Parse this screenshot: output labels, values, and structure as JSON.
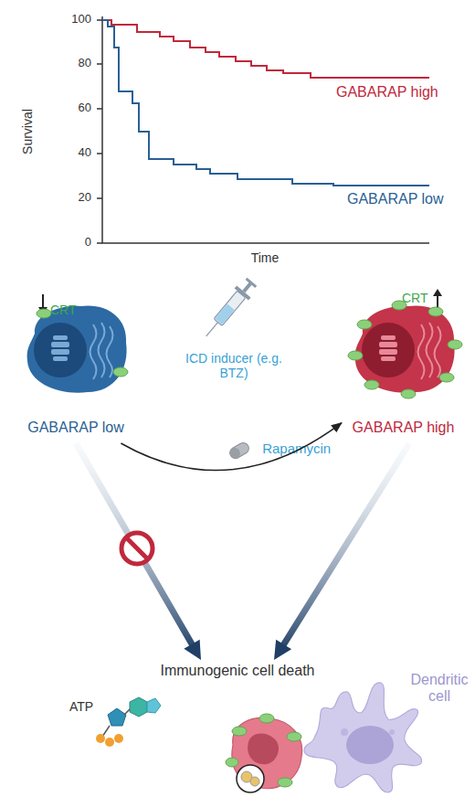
{
  "diagram": {
    "nodes": [
      {
        "text": [
          "GABARAP low"
        ]
      },
      {
        "text": [
          "GABARAP high"
        ]
      },
      {
        "text": [
          "Immunogenic cell death"
        ]
      },
      {
        "text": [
          "Dendritic cell"
        ]
      }
    ],
    "edges": [
      {
        "from": 0,
        "to": 1,
        "arrow": "to",
        "label": "Rapamycin"
      },
      {
        "from": 0,
        "to": 2,
        "arrow": "to"
      },
      {
        "from": 1,
        "to": 2,
        "arrow": "to"
      }
    ],
    "labels": [
      "Survival",
      "100",
      "80",
      "60",
      "40",
      "20",
      "0",
      "Time",
      "GABARAP high",
      "GABARAP low",
      "CRT",
      "CRT",
      "ICD inducer (e.g. BTZ)",
      "ATP"
    ]
  }
}
